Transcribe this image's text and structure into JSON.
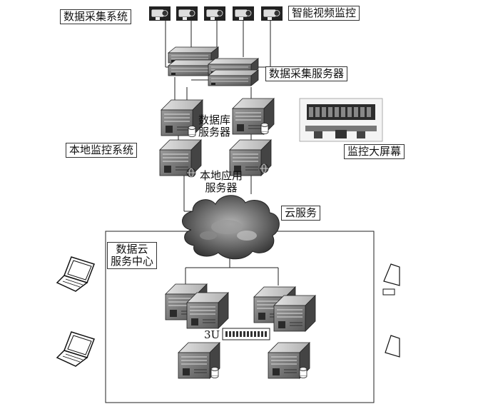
{
  "labels": {
    "data_collection_system": "数据采集系统",
    "video_surveillance": "智能视频监控",
    "data_collection_server": "数据采集服务器",
    "database_server_line1": "数据库",
    "database_server_line2": "服务器",
    "monitoring_screen": "监控大屏幕",
    "local_monitoring_system": "本地监控系统",
    "local_app_server_line1": "本地应用",
    "local_app_server_line2": "服务器",
    "cloud_service": "云服务",
    "data_cloud_center_line1": "数据云",
    "data_cloud_center_line2": "服务中心",
    "rack_unit": "3U"
  },
  "colors": {
    "line": "#222222",
    "server_front": "#7a7a7a",
    "server_side": "#4a4a4a",
    "server_top": "#c8c8c8",
    "cloud_dark": "#3e3e3e",
    "cloud_light": "#a9a9a9"
  },
  "icons": {
    "camera": "camera-icon",
    "server": "server-icon",
    "laptop": "laptop-icon",
    "cloud": "cloud-icon",
    "screen": "control-room-screen-icon",
    "rack": "rack-switch-icon"
  }
}
